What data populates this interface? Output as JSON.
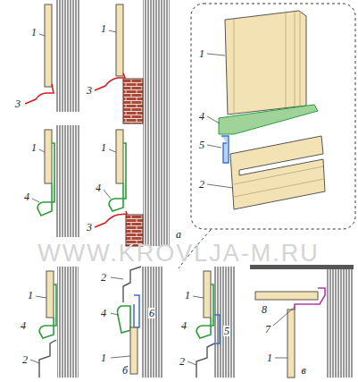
{
  "diagram": {
    "labels": [
      "1",
      "1",
      "3",
      "3",
      "1",
      "1",
      "4",
      "4",
      "3",
      "1",
      "4",
      "5",
      "2",
      "а",
      "WWW.KROVLJA-M.RU",
      "1",
      "4",
      "2",
      "2",
      "4",
      "6",
      "1",
      "1",
      "4",
      "5",
      "2",
      "б",
      "8",
      "7",
      "1",
      "в"
    ]
  }
}
